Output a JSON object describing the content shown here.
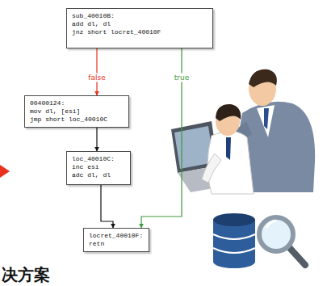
{
  "diagram": {
    "nodes": [
      {
        "text": [
          "sub_40010B:",
          "add dl, dl",
          "jnz short locret_40010F"
        ]
      },
      {
        "text": [
          "00400124:",
          "mov dl, [esi]",
          "jmp short loc_40010C"
        ]
      },
      {
        "text": [
          "loc_40010C:",
          "inc esi",
          "adc dl, dl"
        ]
      },
      {
        "text": [
          "locret_40010F:",
          "retn"
        ]
      }
    ],
    "edges": [
      {
        "from": 0,
        "to": 1,
        "arrow": "to",
        "label": "false"
      },
      {
        "from": 0,
        "to": 3,
        "arrow": "to",
        "label": "true"
      },
      {
        "from": 1,
        "to": 2,
        "arrow": "to"
      },
      {
        "from": 2,
        "to": 3,
        "arrow": "to"
      }
    ],
    "labels": [
      "决方案"
    ]
  }
}
